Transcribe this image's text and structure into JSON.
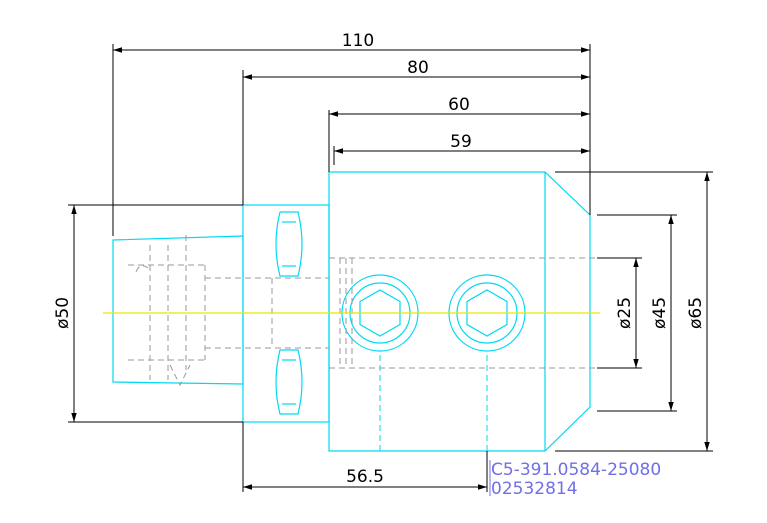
{
  "drawing": {
    "dimensions": {
      "d110": "110",
      "d80": "80",
      "d60": "60",
      "d59": "59",
      "d56_5": "56.5",
      "dia50": "ø50",
      "dia25": "ø25",
      "dia45": "ø45",
      "dia65": "ø65"
    },
    "part_number": "C5-391.0584-25080",
    "serial_number": "02532814",
    "colors": {
      "outline": "#00d9f2",
      "hidden": "#9a9a9a",
      "dimension": "#000000",
      "centerline": "#e6e600",
      "label": "#6f6fe8"
    }
  }
}
